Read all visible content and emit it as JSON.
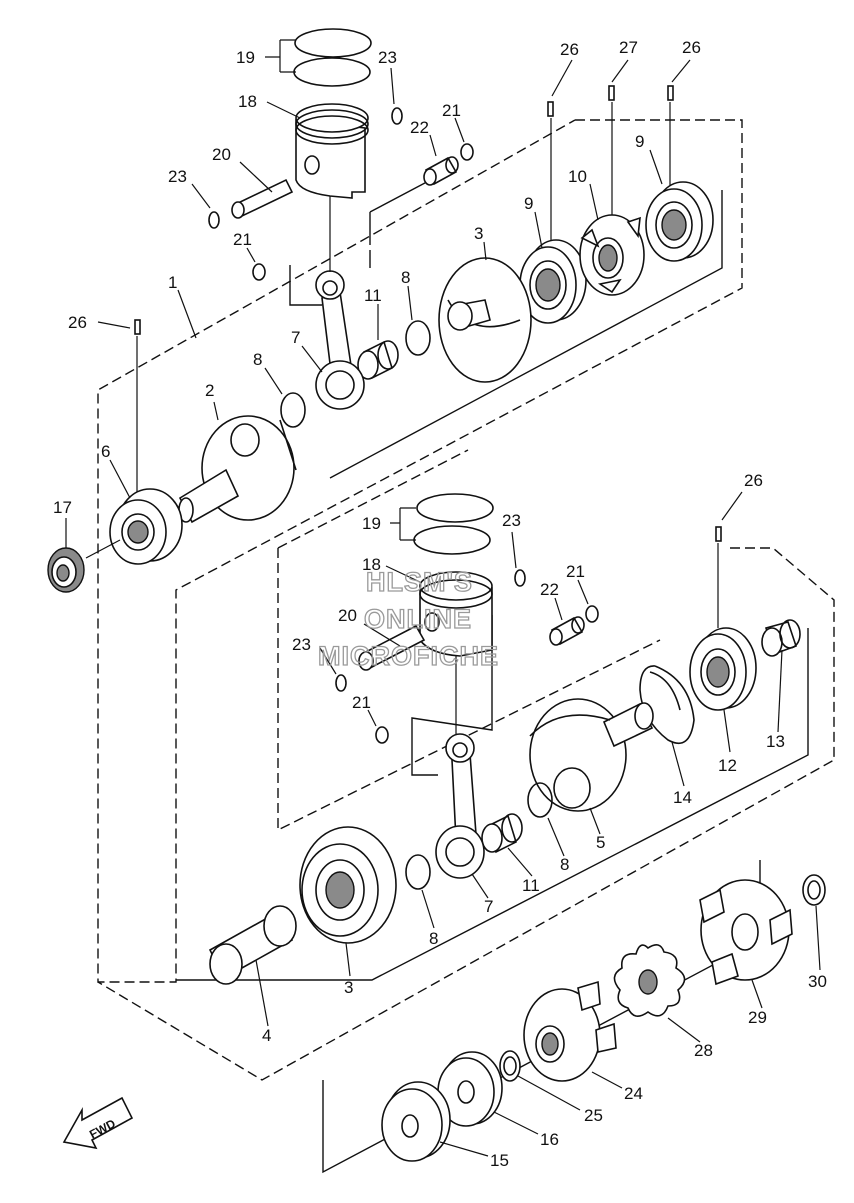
{
  "callouts": [
    {
      "id": "c19a",
      "text": "19"
    },
    {
      "id": "c23a",
      "text": "23"
    },
    {
      "id": "c18a",
      "text": "18"
    },
    {
      "id": "c21a",
      "text": "21"
    },
    {
      "id": "c22a",
      "text": "22"
    },
    {
      "id": "c20a",
      "text": "20"
    },
    {
      "id": "c23b",
      "text": "23"
    },
    {
      "id": "c21b",
      "text": "21"
    },
    {
      "id": "c26a",
      "text": "26"
    },
    {
      "id": "c27a",
      "text": "27"
    },
    {
      "id": "c26b",
      "text": "26"
    },
    {
      "id": "c9a",
      "text": "9"
    },
    {
      "id": "c10a",
      "text": "10"
    },
    {
      "id": "c9b",
      "text": "9"
    },
    {
      "id": "c3a",
      "text": "3"
    },
    {
      "id": "c1",
      "text": "1"
    },
    {
      "id": "c8a",
      "text": "8"
    },
    {
      "id": "c11a",
      "text": "11"
    },
    {
      "id": "c26c",
      "text": "26"
    },
    {
      "id": "c7a",
      "text": "7"
    },
    {
      "id": "c8b",
      "text": "8"
    },
    {
      "id": "c2",
      "text": "2"
    },
    {
      "id": "c6",
      "text": "6"
    },
    {
      "id": "c17",
      "text": "17"
    },
    {
      "id": "c26d",
      "text": "26"
    },
    {
      "id": "c19b",
      "text": "19"
    },
    {
      "id": "c23c",
      "text": "23"
    },
    {
      "id": "c18b",
      "text": "18"
    },
    {
      "id": "c21c",
      "text": "21"
    },
    {
      "id": "c22b",
      "text": "22"
    },
    {
      "id": "c20b",
      "text": "20"
    },
    {
      "id": "c23d",
      "text": "23"
    },
    {
      "id": "c21d",
      "text": "21"
    },
    {
      "id": "c13",
      "text": "13"
    },
    {
      "id": "c12",
      "text": "12"
    },
    {
      "id": "c14",
      "text": "14"
    },
    {
      "id": "c5",
      "text": "5"
    },
    {
      "id": "c8c",
      "text": "8"
    },
    {
      "id": "c11b",
      "text": "11"
    },
    {
      "id": "c7b",
      "text": "7"
    },
    {
      "id": "c8d",
      "text": "8"
    },
    {
      "id": "c3b",
      "text": "3"
    },
    {
      "id": "c4",
      "text": "4"
    },
    {
      "id": "c30",
      "text": "30"
    },
    {
      "id": "c29",
      "text": "29"
    },
    {
      "id": "c28",
      "text": "28"
    },
    {
      "id": "c24",
      "text": "24"
    },
    {
      "id": "c25",
      "text": "25"
    },
    {
      "id": "c16",
      "text": "16"
    },
    {
      "id": "c15",
      "text": "15"
    }
  ],
  "watermark": [
    "HLSM'S",
    "ONLINE",
    "MICROFICHE"
  ],
  "fwd_label": "FWD",
  "colors": {
    "line": "#111111",
    "shade": "#8a8a8a",
    "watermark": "#9a9a9a"
  }
}
